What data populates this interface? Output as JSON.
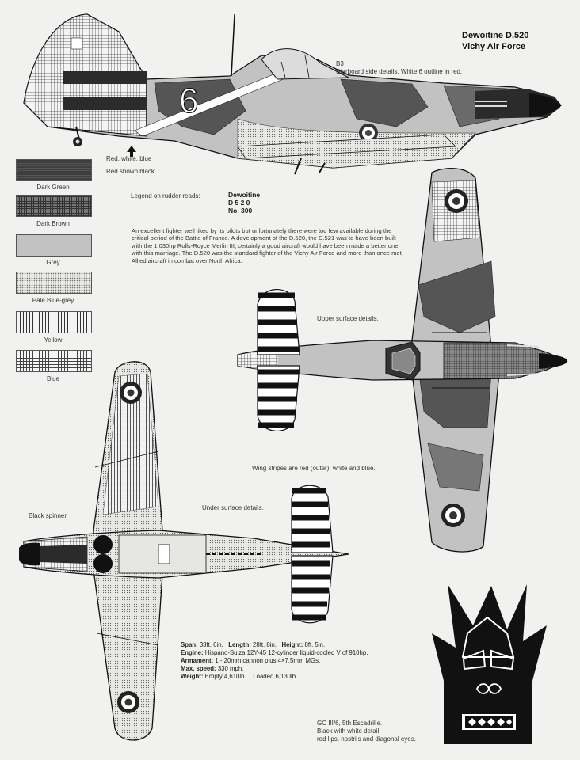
{
  "header": {
    "title_line1": "Dewoitine D.520",
    "title_line2": "Vichy Air Force"
  },
  "side_view": {
    "caption_line1": "B3",
    "caption_line2": "Starboard side details. White 6 outline in red.",
    "fuselage_number": "6",
    "callout_arrow_line1": "Red, white, blue",
    "callout_arrow_line2": "Red shown black"
  },
  "legend": {
    "swatches": [
      {
        "label": "Dark Green"
      },
      {
        "label": "Dark Brown"
      },
      {
        "label": "Grey"
      },
      {
        "label": "Pale Blue-grey"
      },
      {
        "label": "Yellow"
      },
      {
        "label": "Blue"
      }
    ]
  },
  "rudder_legend": {
    "intro": "Legend on rudder reads:",
    "line1": "Dewoitine",
    "line2": "D 5 2 0",
    "line3": "No. 300"
  },
  "description": "An excellent fighter well liked by its pilots but unfortunately there were too few available during the critical period of the Battle of France. A development of the D.520, the D.521 was to have been built with the 1,030hp Rolls-Royce Merlin III, certainly a good aircraft would have been made a better one with this marriage. The D.520 was the standard fighter of the Vichy Air Force and more than once met Allied aircraft in combat over North Africa.",
  "upper_view": {
    "caption": "Upper surface details.",
    "wing_note": "Wing stripes are red (outer), white and blue."
  },
  "under_view": {
    "caption": "Under surface details.",
    "spinner_note": "Black spinner."
  },
  "specs": {
    "span_label": "Span:",
    "span_value": "33ft. 6in.",
    "length_label": "Length:",
    "length_value": "28ft. 8in.",
    "height_label": "Height:",
    "height_value": "8ft. 5in.",
    "engine_label": "Engine:",
    "engine_value": "Hispano-Suiza 12Y-45 12-cylinder liquid-cooled V of 910hp.",
    "armament_label": "Armament:",
    "armament_value": "1 - 20mm cannon plus 4×7.5mm MGs.",
    "speed_label": "Max. speed:",
    "speed_value": "330 mph.",
    "weight_label": "Weight:",
    "weight_value": "Empty 4,610lb.    Loaded 6,130lb."
  },
  "insignia": {
    "line1": "GC III/6, 5th Escadrille.",
    "line2": "Black with white detail,",
    "line3": "red lips, nostrils and diagonal eyes."
  }
}
